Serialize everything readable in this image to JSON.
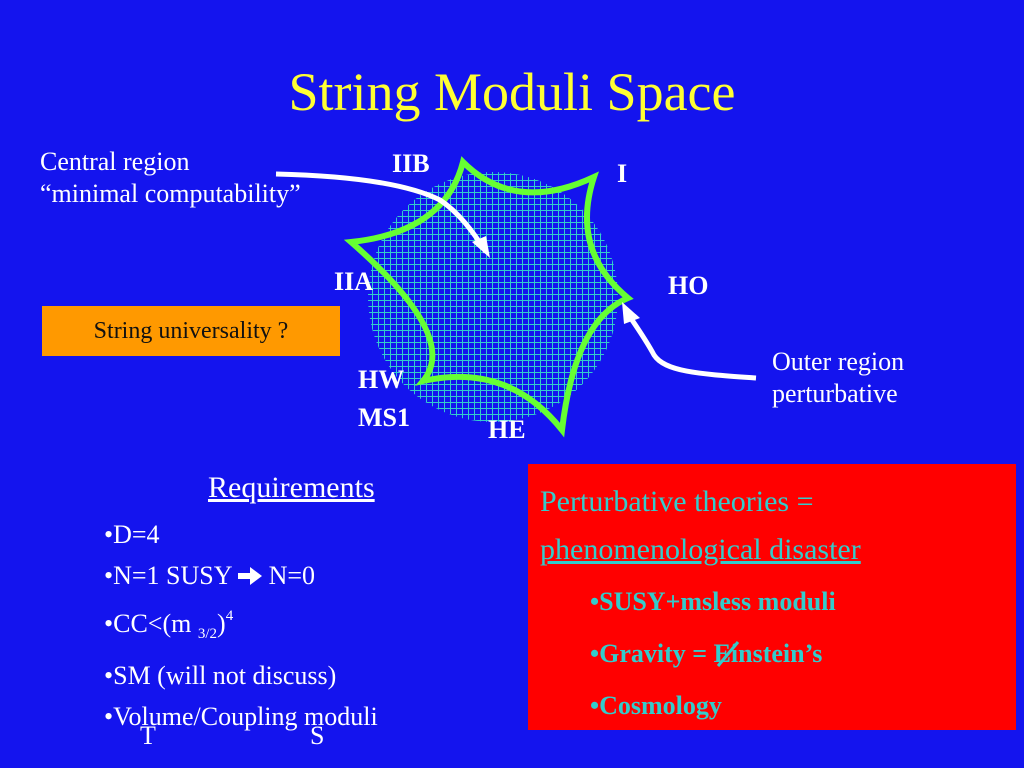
{
  "title": "String Moduli Space",
  "central_region": {
    "line1": "Central region",
    "line2": "“minimal computability”"
  },
  "vertex_labels": {
    "iib": "IIB",
    "i": "I",
    "iia": "IIA",
    "ho": "HO",
    "hw": "HW",
    "ms1": "MS1",
    "he": "HE"
  },
  "outer_region": {
    "line1": "Outer region",
    "line2": "perturbative"
  },
  "string_universality": "String universality ?",
  "requirements": {
    "heading": "Requirements",
    "items": {
      "d": "•D=4",
      "susy_a": "•N=1 SUSY ",
      "susy_b": " N=0",
      "cc_a": "•CC<(m ",
      "cc_sub": "3/2",
      "cc_b": ")",
      "cc_sup": "4",
      "sm": "•SM (will not discuss)",
      "volume": "•Volume/Coupling moduli"
    },
    "t": "T",
    "s": "S"
  },
  "perturbative": {
    "line1": " Perturbative theories =",
    "line2": "phenomenological disaster",
    "items": {
      "susy": "•SUSY+msless moduli",
      "gravity": "•Gravity = Einstein’s",
      "cosmology": "•Cosmology"
    }
  },
  "colors": {
    "background": "#1414ee",
    "title": "#ffff33",
    "star_outline": "#66ff33",
    "grid_fill": "#33cccc",
    "orange_box": "#ff9900",
    "red_box": "#ff0000",
    "cyan_text": "#33cccc"
  },
  "icons": {
    "arrow": "right-arrow-icon"
  }
}
